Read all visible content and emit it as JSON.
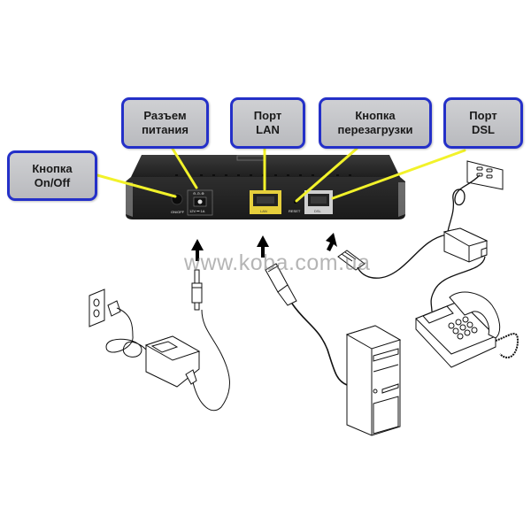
{
  "diagram": {
    "title": "Router rear panel connection diagram",
    "callouts": [
      {
        "id": "onoff",
        "text": "Кнопка\nOn/Off"
      },
      {
        "id": "power",
        "text": "Разъем\nпитания"
      },
      {
        "id": "lan",
        "text": "Порт\nLAN"
      },
      {
        "id": "reset",
        "text": "Кнопка\nперезагрузки"
      },
      {
        "id": "dsl",
        "text": "Порт\nDSL"
      }
    ],
    "router_labels": {
      "onoff": "ON/OFF",
      "power_top": "⊖-⊙-⊕",
      "power": "12V ⎓ 1A",
      "lan": "LAN",
      "reset": "RESET",
      "dsl": "DSL"
    },
    "watermark": "www.koba.com.ua",
    "colors": {
      "callout_border": "#2430c8",
      "callout_fill": "#c4c5c8",
      "leader_line": "#f2f22a",
      "router_body": "#2b2b2b",
      "lan_port_frame": "#e6cf3c",
      "dsl_port_frame": "#cfcfcf"
    },
    "devices": [
      "wall-outlet",
      "power-adapter",
      "power-plug",
      "ethernet-cable",
      "computer",
      "phone-jack",
      "dsl-splitter",
      "telephone",
      "rj11-plug"
    ]
  }
}
